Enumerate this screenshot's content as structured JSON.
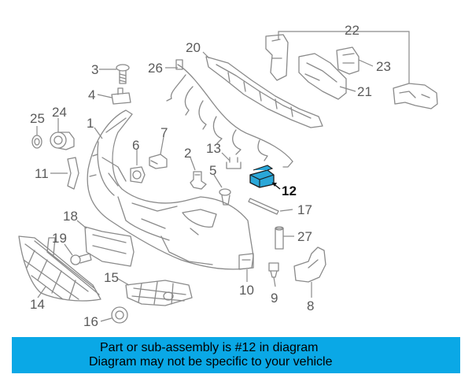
{
  "diagram": {
    "callouts": [
      {
        "id": "c1",
        "label": "1",
        "highlight": false
      },
      {
        "id": "c2",
        "label": "2",
        "highlight": false
      },
      {
        "id": "c3",
        "label": "3",
        "highlight": false
      },
      {
        "id": "c4",
        "label": "4",
        "highlight": false
      },
      {
        "id": "c5",
        "label": "5",
        "highlight": false
      },
      {
        "id": "c6",
        "label": "6",
        "highlight": false
      },
      {
        "id": "c7",
        "label": "7",
        "highlight": false
      },
      {
        "id": "c8",
        "label": "8",
        "highlight": false
      },
      {
        "id": "c9",
        "label": "9",
        "highlight": false
      },
      {
        "id": "c10",
        "label": "10",
        "highlight": false
      },
      {
        "id": "c11",
        "label": "11",
        "highlight": false
      },
      {
        "id": "c12",
        "label": "12",
        "highlight": true
      },
      {
        "id": "c13",
        "label": "13",
        "highlight": false
      },
      {
        "id": "c14",
        "label": "14",
        "highlight": false
      },
      {
        "id": "c15",
        "label": "15",
        "highlight": false
      },
      {
        "id": "c16",
        "label": "16",
        "highlight": false
      },
      {
        "id": "c17",
        "label": "17",
        "highlight": false
      },
      {
        "id": "c18",
        "label": "18",
        "highlight": false
      },
      {
        "id": "c19",
        "label": "19",
        "highlight": false
      },
      {
        "id": "c20",
        "label": "20",
        "highlight": false
      },
      {
        "id": "c21",
        "label": "21",
        "highlight": false
      },
      {
        "id": "c22",
        "label": "22",
        "highlight": false
      },
      {
        "id": "c23",
        "label": "23",
        "highlight": false
      },
      {
        "id": "c24",
        "label": "24",
        "highlight": false
      },
      {
        "id": "c25",
        "label": "25",
        "highlight": false
      },
      {
        "id": "c26",
        "label": "26",
        "highlight": false
      },
      {
        "id": "c27",
        "label": "27",
        "highlight": false
      }
    ],
    "highlight_color": "#2aa7d8"
  },
  "banner": {
    "line1": "Part or sub-assembly is #12 in diagram",
    "line2": "Diagram may not be specific to your vehicle",
    "background_color": "#0aa8e6"
  }
}
